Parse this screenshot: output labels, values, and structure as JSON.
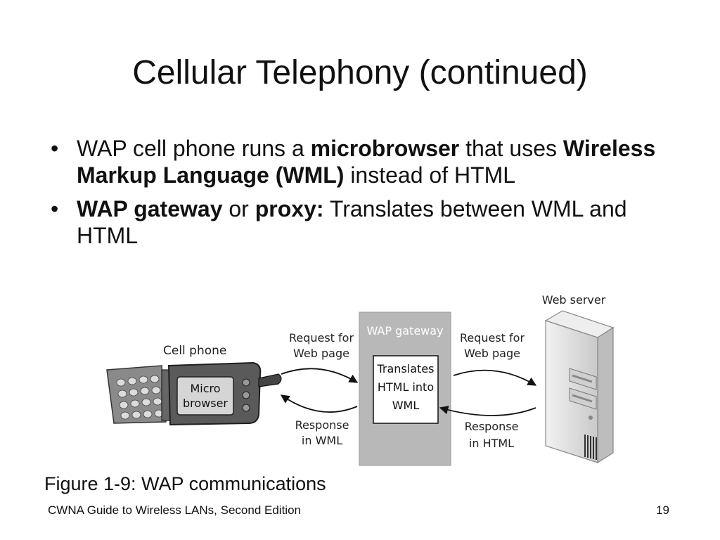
{
  "slide": {
    "title": "Cellular Telephony (continued)",
    "bullets": [
      {
        "bullet": "•",
        "p1": "WAP cell phone runs a ",
        "b1": "microbrowser",
        "p2": " that uses ",
        "b2": "Wireless Markup Language (WML)",
        "p3": " instead of HTML"
      },
      {
        "bullet": "•",
        "b1": "WAP gateway",
        "p1": " or ",
        "b2": "proxy:",
        "p2": " Translates between WML and HTML"
      }
    ],
    "caption": "Figure 1-9: WAP communications",
    "footer": "CWNA Guide to Wireless LANs, Second Edition",
    "page_number": "19"
  },
  "diagram": {
    "cell_phone_label": "Cell phone",
    "phone_screen": [
      "Micro",
      "browser"
    ],
    "request_left": [
      "Request for",
      "Web page"
    ],
    "response_left": [
      "Response",
      "in WML"
    ],
    "gateway_label": "WAP gateway",
    "gateway_box": [
      "Translates",
      "HTML into",
      "WML"
    ],
    "request_right": [
      "Request for",
      "Web page"
    ],
    "response_right": [
      "Response",
      "in HTML"
    ],
    "web_server_label": "Web server"
  },
  "colors": {
    "gateway_fill": "#b8b8b8",
    "phone_body": "#555555",
    "server_fill": "#e2e2e2"
  }
}
